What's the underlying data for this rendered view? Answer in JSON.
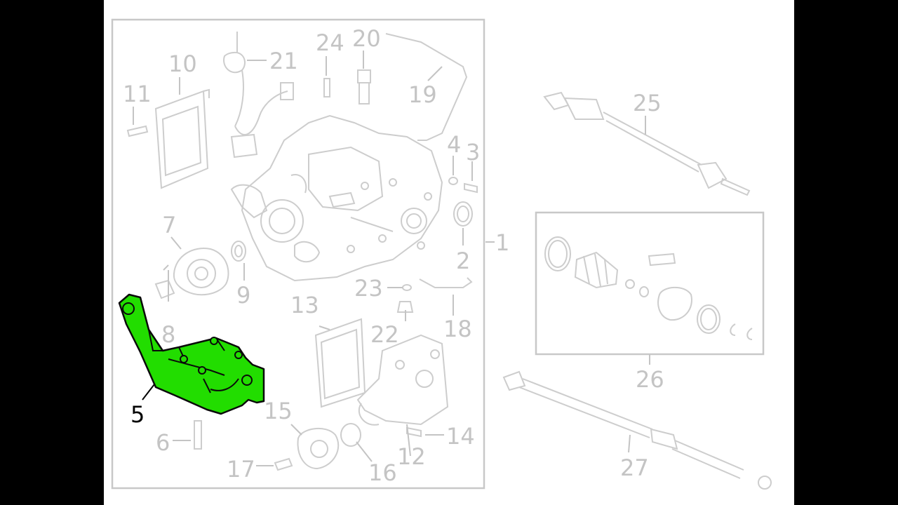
{
  "colors": {
    "background": "#000000",
    "sheet": "#ffffff",
    "line_art": "#cdcdcd",
    "label": "#c4c4c4",
    "highlight_fill": "#22dd00",
    "highlight_label": "#000000"
  },
  "highlighted_part": "5",
  "callouts": {
    "c1": "1",
    "c2": "2",
    "c3": "3",
    "c4": "4",
    "c5": "5",
    "c6": "6",
    "c7": "7",
    "c8": "8",
    "c9": "9",
    "c10": "10",
    "c11": "11",
    "c12": "12",
    "c13": "13",
    "c14": "14",
    "c15": "15",
    "c16": "16",
    "c17": "17",
    "c18": "18",
    "c19": "19",
    "c20": "20",
    "c21": "21",
    "c22": "22",
    "c23": "23",
    "c24": "24",
    "c25": "25",
    "c26": "26",
    "c27": "27"
  }
}
